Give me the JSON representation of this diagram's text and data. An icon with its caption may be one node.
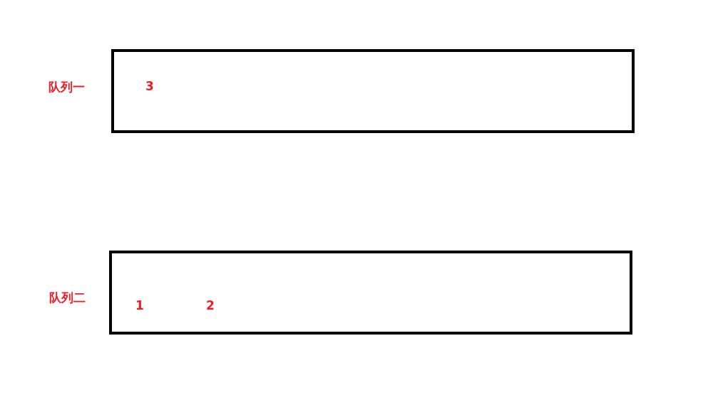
{
  "diagram": {
    "nodes": [
      {
        "text": [
          "3"
        ],
        "beside": [
          "队列一"
        ]
      },
      {
        "text": [
          "1",
          "2"
        ],
        "beside": [
          "队列二"
        ]
      }
    ]
  }
}
